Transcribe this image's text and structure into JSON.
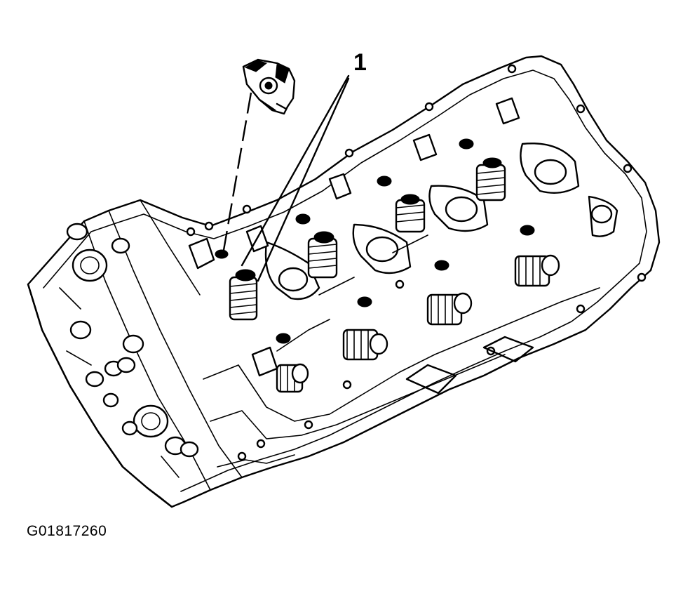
{
  "diagram": {
    "callout_label": "1",
    "figure_id": "G01817260",
    "subject": "cylinder-head-valve-train-line-art"
  },
  "colors": {
    "line": "#000000",
    "background": "#ffffff"
  }
}
